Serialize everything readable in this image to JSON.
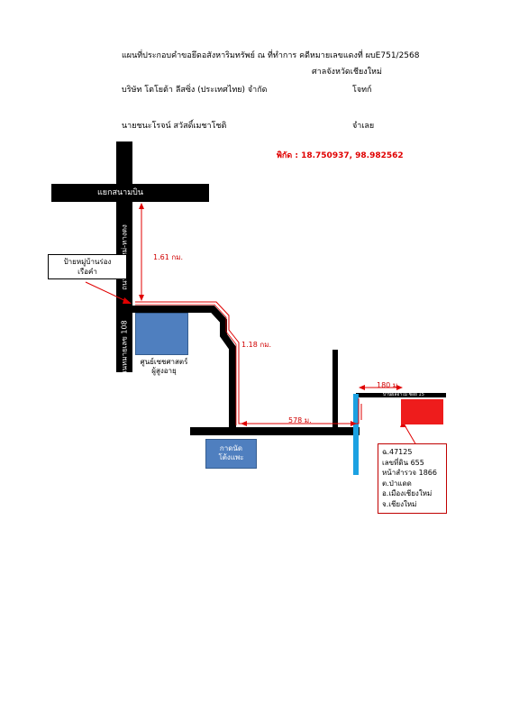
{
  "header": {
    "title": "แผนที่ประกอบคำขอยึดอสังหาริมทรัพย์ ณ ที่ทำการ คดีหมายเลขแดงที่ ผบE751/2568",
    "court": "ศาลจังหวัดเชียงใหม่",
    "plaintiff_name": "บริษัท โตโยต้า ลีสซิ่ง (ประเทศไทย) จำกัด",
    "plaintiff_role": "โจทก์",
    "defendant_name": "นายชนะโรจน์ สวัสดิ์เมชาโชติ",
    "defendant_role": "จำเลย",
    "coordinates": "พิกัด : 18.750937, 98.982562"
  },
  "map": {
    "junction_label": "แยกสนามบิน",
    "road_vertical_label": "ถนนเชียงใหม่-หางดง",
    "road_108_label": "ถนนหมายเลข 108",
    "landmark_sign": [
      "ป้ายหมู่บ้านร่อง",
      "เรือคำ"
    ],
    "science_center": [
      "ศูนย์เซชศาสตร์",
      "ผู้สูงอายุ"
    ],
    "market": [
      "กาดนัด",
      "โต้งแพะ"
    ],
    "soi_label": "บ้านผลอาไม้ ซอย 15",
    "distances": {
      "d1": "1.61 กม.",
      "d2": "1.18 กม.",
      "d3": "578 ม.",
      "d4": "180 ม."
    },
    "property_info": [
      "ฉ.47125",
      "เลขที่ดิน 655",
      "หน้าสำรวจ 1866",
      "ต.ป่าแดด",
      "อ.เมืองเชียงใหม่",
      "จ.เชียงใหม่"
    ],
    "colors": {
      "road": "#000000",
      "landmark": "#4f7fbf",
      "property": "#ee1c1c",
      "route": "#e00000",
      "canal": "#1ba1e2"
    }
  }
}
